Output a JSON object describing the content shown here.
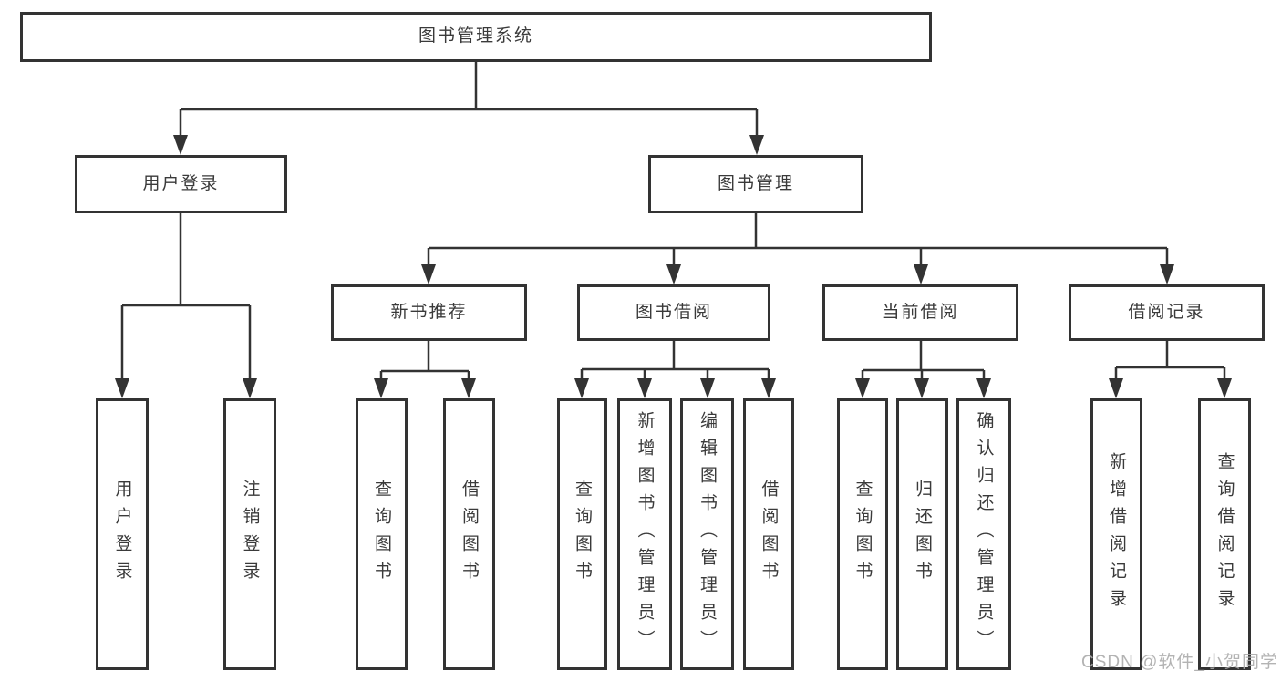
{
  "page": {
    "watermark": "CSDN @软件_小贺同学"
  },
  "colors": {
    "line": "#333333",
    "box_border": "#333333",
    "box_background": "#ffffff",
    "text": "#3a3a3a",
    "watermark": "#a8a8a8"
  },
  "tree": {
    "root": {
      "label": "图书管理系统"
    },
    "branches": [
      {
        "label": "用户登录",
        "children": [
          {
            "label": "用户登录"
          },
          {
            "label": "注销登录"
          }
        ]
      },
      {
        "label": "图书管理",
        "children": [
          {
            "label": "新书推荐",
            "children": [
              {
                "label": "查询图书"
              },
              {
                "label": "借阅图书"
              }
            ]
          },
          {
            "label": "图书借阅",
            "children": [
              {
                "label": "查询图书"
              },
              {
                "label": "新增图书（管理员）"
              },
              {
                "label": "编辑图书（管理员）"
              },
              {
                "label": "借阅图书"
              }
            ]
          },
          {
            "label": "当前借阅",
            "children": [
              {
                "label": "查询图书"
              },
              {
                "label": "归还图书"
              },
              {
                "label": "确认归还（管理员）"
              }
            ]
          },
          {
            "label": "借阅记录",
            "children": [
              {
                "label": "新增借阅记录"
              },
              {
                "label": "查询借阅记录"
              }
            ]
          }
        ]
      }
    ]
  }
}
